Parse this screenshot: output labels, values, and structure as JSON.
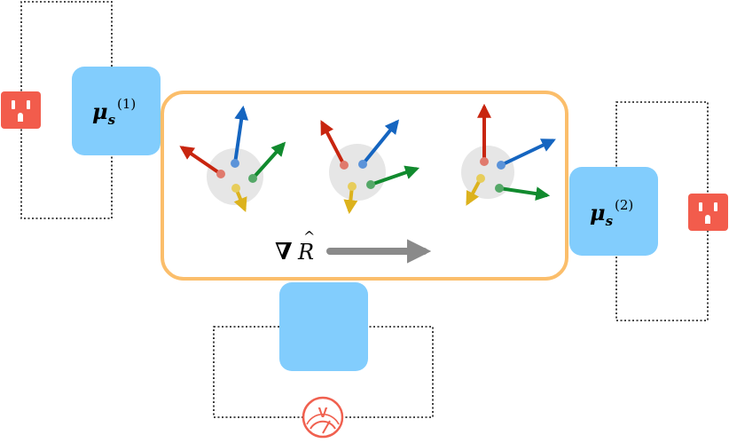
{
  "labels": {
    "mu1_base": "μ",
    "mu1_sub": "s",
    "mu1_sup": "(1)",
    "mu2_base": "μ",
    "mu2_sub": "s",
    "mu2_sup": "(2)",
    "grad_symbol": "∇",
    "grad_var": "R",
    "grad_hat": "^"
  },
  "colors": {
    "accent_frame": "#fbbe6b",
    "block_blue": "#82cdfd",
    "outlet_red": "#f25c4c",
    "voltmeter_red": "#f0604f",
    "arrow_gray": "#8a8a8a",
    "spin_gray": "#e6e6e6",
    "vec_red": "#c8250f",
    "vec_blue": "#1565c0",
    "vec_green": "#118a2e",
    "vec_yellow": "#dcb21d"
  },
  "icons": {
    "left_source": "power-outlet-icon",
    "right_source": "power-outlet-icon",
    "meter": "voltmeter-icon"
  }
}
